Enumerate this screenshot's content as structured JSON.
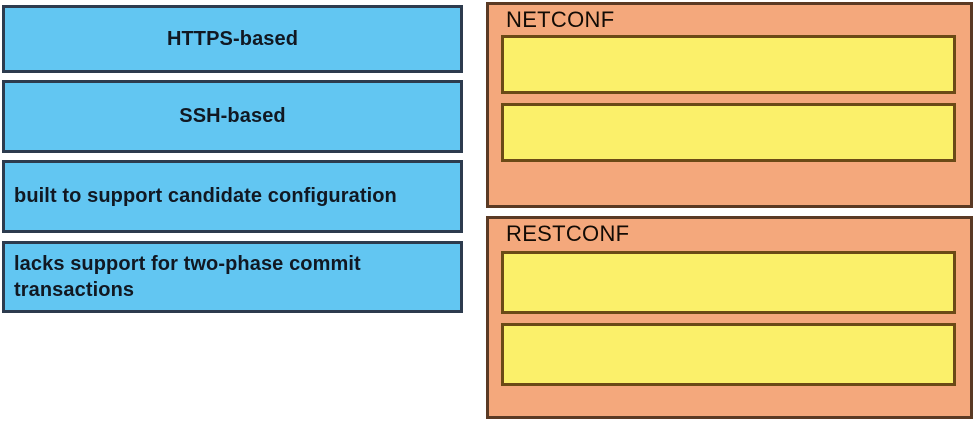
{
  "exercise": {
    "type": "drag-and-drop-matching",
    "palette": {
      "drag_item_fill": "#62C6F2",
      "drag_item_border": "#2D3B4E",
      "category_panel_fill": "#F4A87C",
      "category_panel_border": "#5A3A24",
      "drop_zone_fill": "#FBF06A",
      "drop_zone_border": "#6B4A16",
      "text_color": "#111822",
      "background": "#FFFFFF"
    }
  },
  "drag_items": [
    {
      "id": "drag-item-1",
      "label": "HTTPS-based",
      "align": "center"
    },
    {
      "id": "drag-item-2",
      "label": "SSH-based",
      "align": "center"
    },
    {
      "id": "drag-item-3",
      "label": "built to support candidate configuration",
      "align": "left"
    },
    {
      "id": "drag-item-4",
      "label": "lacks support for two-phase commit transactions",
      "align": "left"
    }
  ],
  "categories": [
    {
      "id": "netconf",
      "title": "NETCONF",
      "drop_zones": [
        {
          "id": "drop-zone-netconf-1",
          "content": ""
        },
        {
          "id": "drop-zone-netconf-2",
          "content": ""
        }
      ]
    },
    {
      "id": "restconf",
      "title": "RESTCONF",
      "drop_zones": [
        {
          "id": "drop-zone-restconf-1",
          "content": ""
        },
        {
          "id": "drop-zone-restconf-2",
          "content": ""
        }
      ]
    }
  ]
}
